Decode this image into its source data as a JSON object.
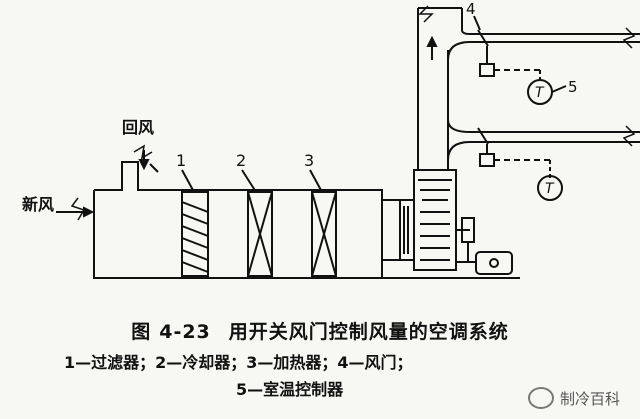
{
  "diagram": {
    "labels": {
      "return_air": "回风",
      "fresh_air": "新风",
      "component_1": "1",
      "component_2": "2",
      "component_3": "3",
      "component_4": "4",
      "component_5": "5",
      "thermostat_symbol": "T"
    }
  },
  "caption": {
    "figure_label": "图",
    "figure_number": "4-23",
    "figure_title": "用开关风门控制风量的空调系统",
    "legend_line1": "1—过滤器；2—冷却器；3—加热器；4—风门；",
    "legend_line2": "5—室温控制器"
  },
  "watermark": {
    "text": "制冷百科"
  }
}
